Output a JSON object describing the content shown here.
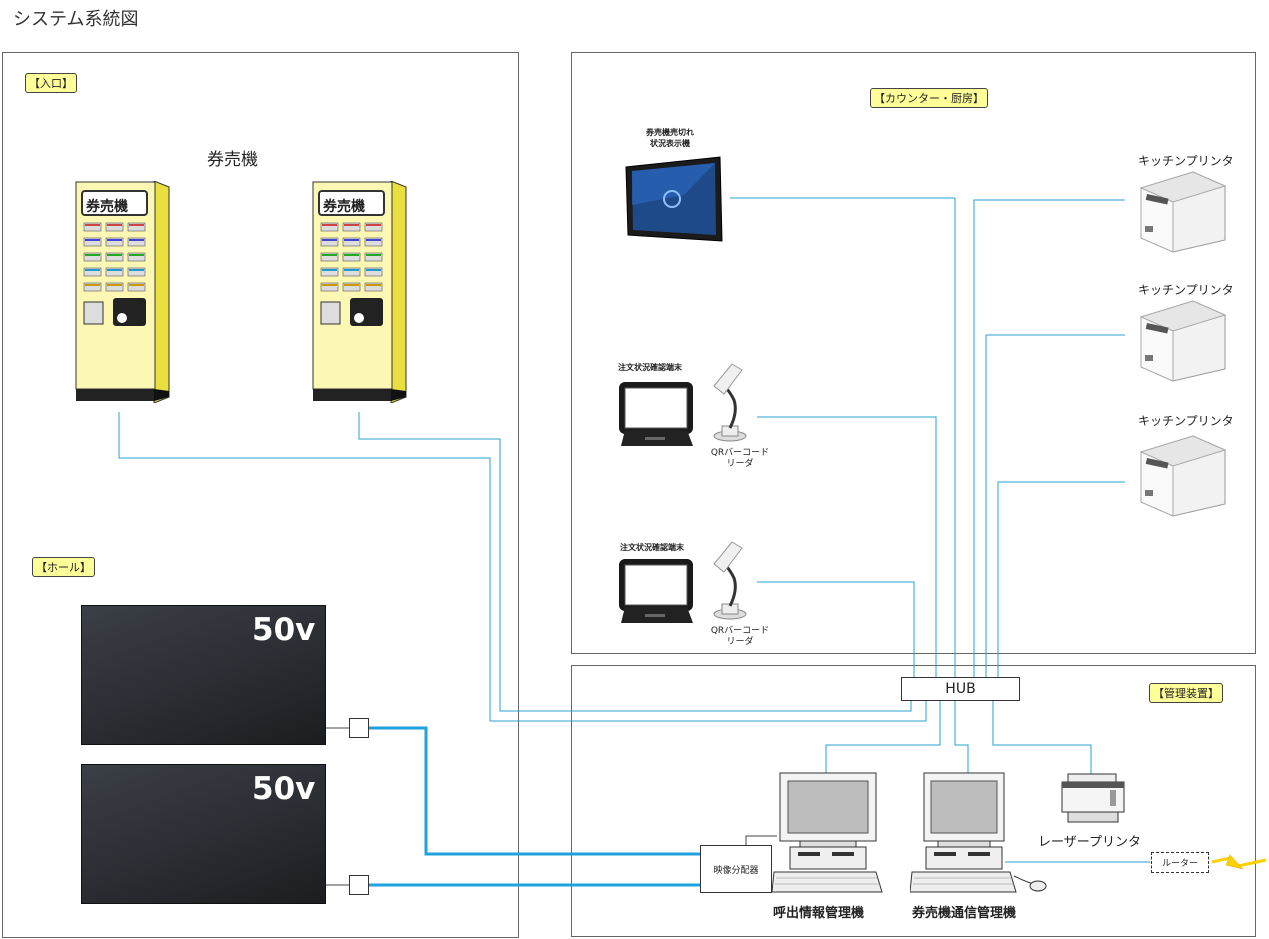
{
  "title": "システム系統図",
  "sections": {
    "entrance": "【入口】",
    "counter": "【カウンター・厨房】",
    "hall": "【ホール】",
    "management": "【管理装置】"
  },
  "ticket_machine": {
    "group_label": "券売機",
    "sign": "券売機"
  },
  "soldout_display": "券売機売切れ\n状況表示機",
  "order_terminal": "注文状況確認端末",
  "qr_reader": "QRバーコード\nリーダ",
  "kitchen_printer": "キッチンプリンタ",
  "tv_size": "50v",
  "hub": "HUB",
  "video_splitter": "映像分配器",
  "laser_printer": "レーザープリンタ",
  "router": "ルーター",
  "call_pc": "呼出情報管理機",
  "comm_pc": "券売機通信管理機",
  "colors": {
    "wire": "#2aa0d0",
    "tag_bg": "#ffff99",
    "machine_body": "#fdf7b4"
  }
}
